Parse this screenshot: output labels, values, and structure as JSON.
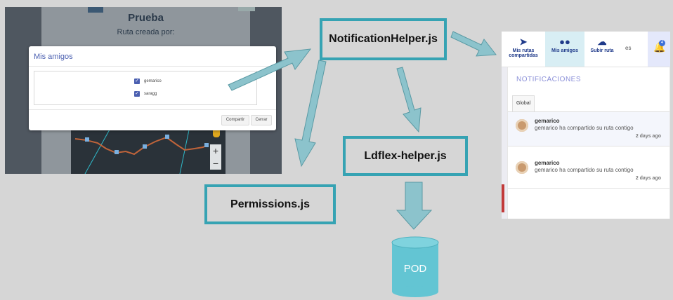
{
  "left_screenshot": {
    "page_title": "Prueba",
    "page_subtitle": "Ruta creada por:",
    "modal": {
      "title": "Mis amigos",
      "friends": [
        "gemarico",
        "saragg"
      ],
      "share_button": "Compartir",
      "close_button": "Cerrar"
    },
    "map_zoom": {
      "plus": "+",
      "minus": "−"
    }
  },
  "diagram": {
    "nodes": {
      "notification_helper": "NotificationHelper.js",
      "ldflex_helper": "Ldflex-helper.js",
      "permissions": "Permissions.js",
      "pod": "POD"
    },
    "colors": {
      "box_border": "#36a3b3",
      "arrow_fill": "#8cc3cc",
      "cylinder": "#63c5d3"
    }
  },
  "right_screenshot": {
    "nav": {
      "shared_routes": "Mis rutas compartidas",
      "friends": "Mis amigos",
      "upload_route": "Subir ruta",
      "language": "es",
      "badge_count": "4"
    },
    "notifications": {
      "heading": "NOTIFICACIONES",
      "tab": "Global",
      "items": [
        {
          "user": "gemarico",
          "message": "gemarico ha compartido su ruta contigo",
          "time": "2 days ago"
        },
        {
          "user": "gemarico",
          "message": "gemarico ha compartido su ruta contigo",
          "time": "2 days ago"
        }
      ]
    }
  }
}
